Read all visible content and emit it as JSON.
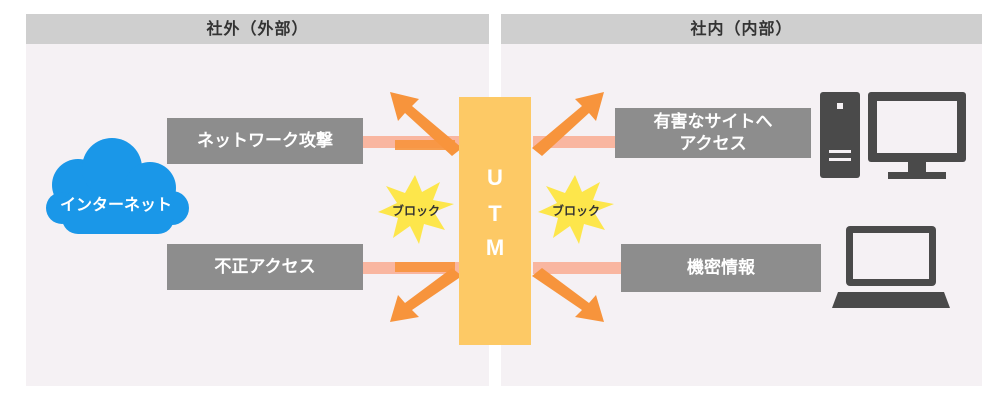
{
  "outside": {
    "header": "社外（外部）"
  },
  "inside": {
    "header": "社内（内部）"
  },
  "cloud": {
    "label": "インターネット",
    "color": "#1a97e8"
  },
  "threats": {
    "network_attack": "ネットワーク攻撃",
    "unauthorized_access": "不正アクセス"
  },
  "internal_risks": {
    "harmful_sites": "有害なサイトへ\nアクセス",
    "confidential_info": "機密情報"
  },
  "utm": {
    "letters": [
      "U",
      "T",
      "M"
    ],
    "color": "#fdc965"
  },
  "block_left": "ブロック",
  "block_right": "ブロック",
  "colors": {
    "arrow": "#f7943c",
    "arrow_light": "#f9b6a0",
    "box": "#8d8d8d",
    "burst": "#fde64b",
    "device": "#4a4a4a"
  },
  "icons": [
    "cloud-icon",
    "desktop-computer-icon",
    "laptop-icon",
    "starburst-icon",
    "arrow-icon"
  ]
}
